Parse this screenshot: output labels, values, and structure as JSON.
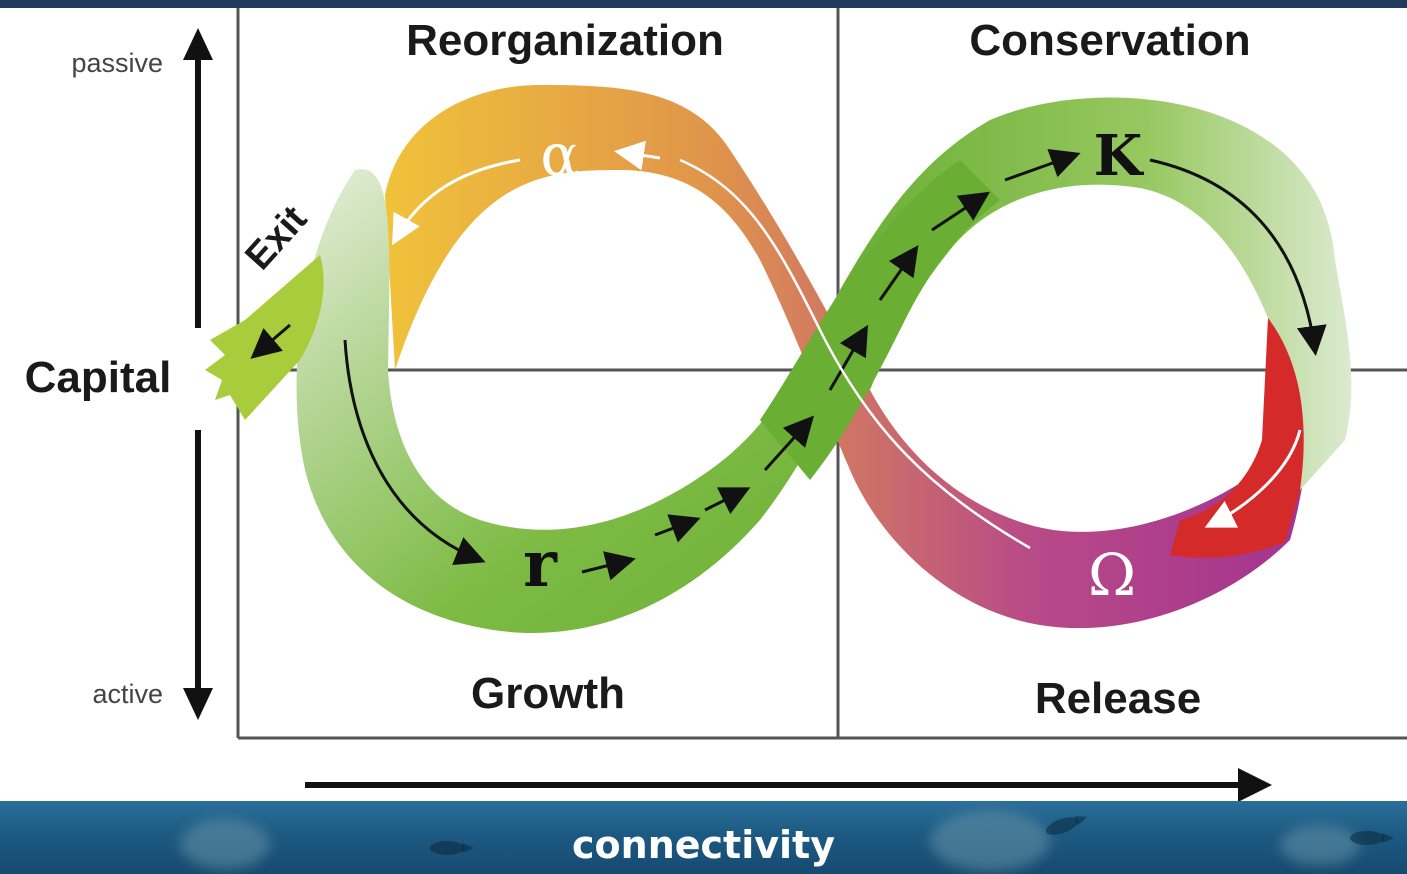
{
  "theme": {
    "top_bar_color": "#1f3b5c",
    "green": "#6cb23a",
    "magenta": "#a8338e",
    "red": "#d42a2a",
    "orange": "#e8a23c",
    "footer_blue": "#1c5a83"
  },
  "diagram": {
    "quadrants": {
      "top_left": "Reorganization",
      "top_right": "Conservation",
      "bottom_left": "Growth",
      "bottom_right": "Release"
    },
    "vertical_axis": {
      "label": "Capital",
      "top_label": "passive",
      "bottom_label": "active"
    },
    "exit_label": "Exit",
    "phase_symbols": {
      "alpha": "α",
      "k": "K",
      "r": "r",
      "omega": "Ω"
    }
  },
  "footer": {
    "label": "connectivity"
  }
}
